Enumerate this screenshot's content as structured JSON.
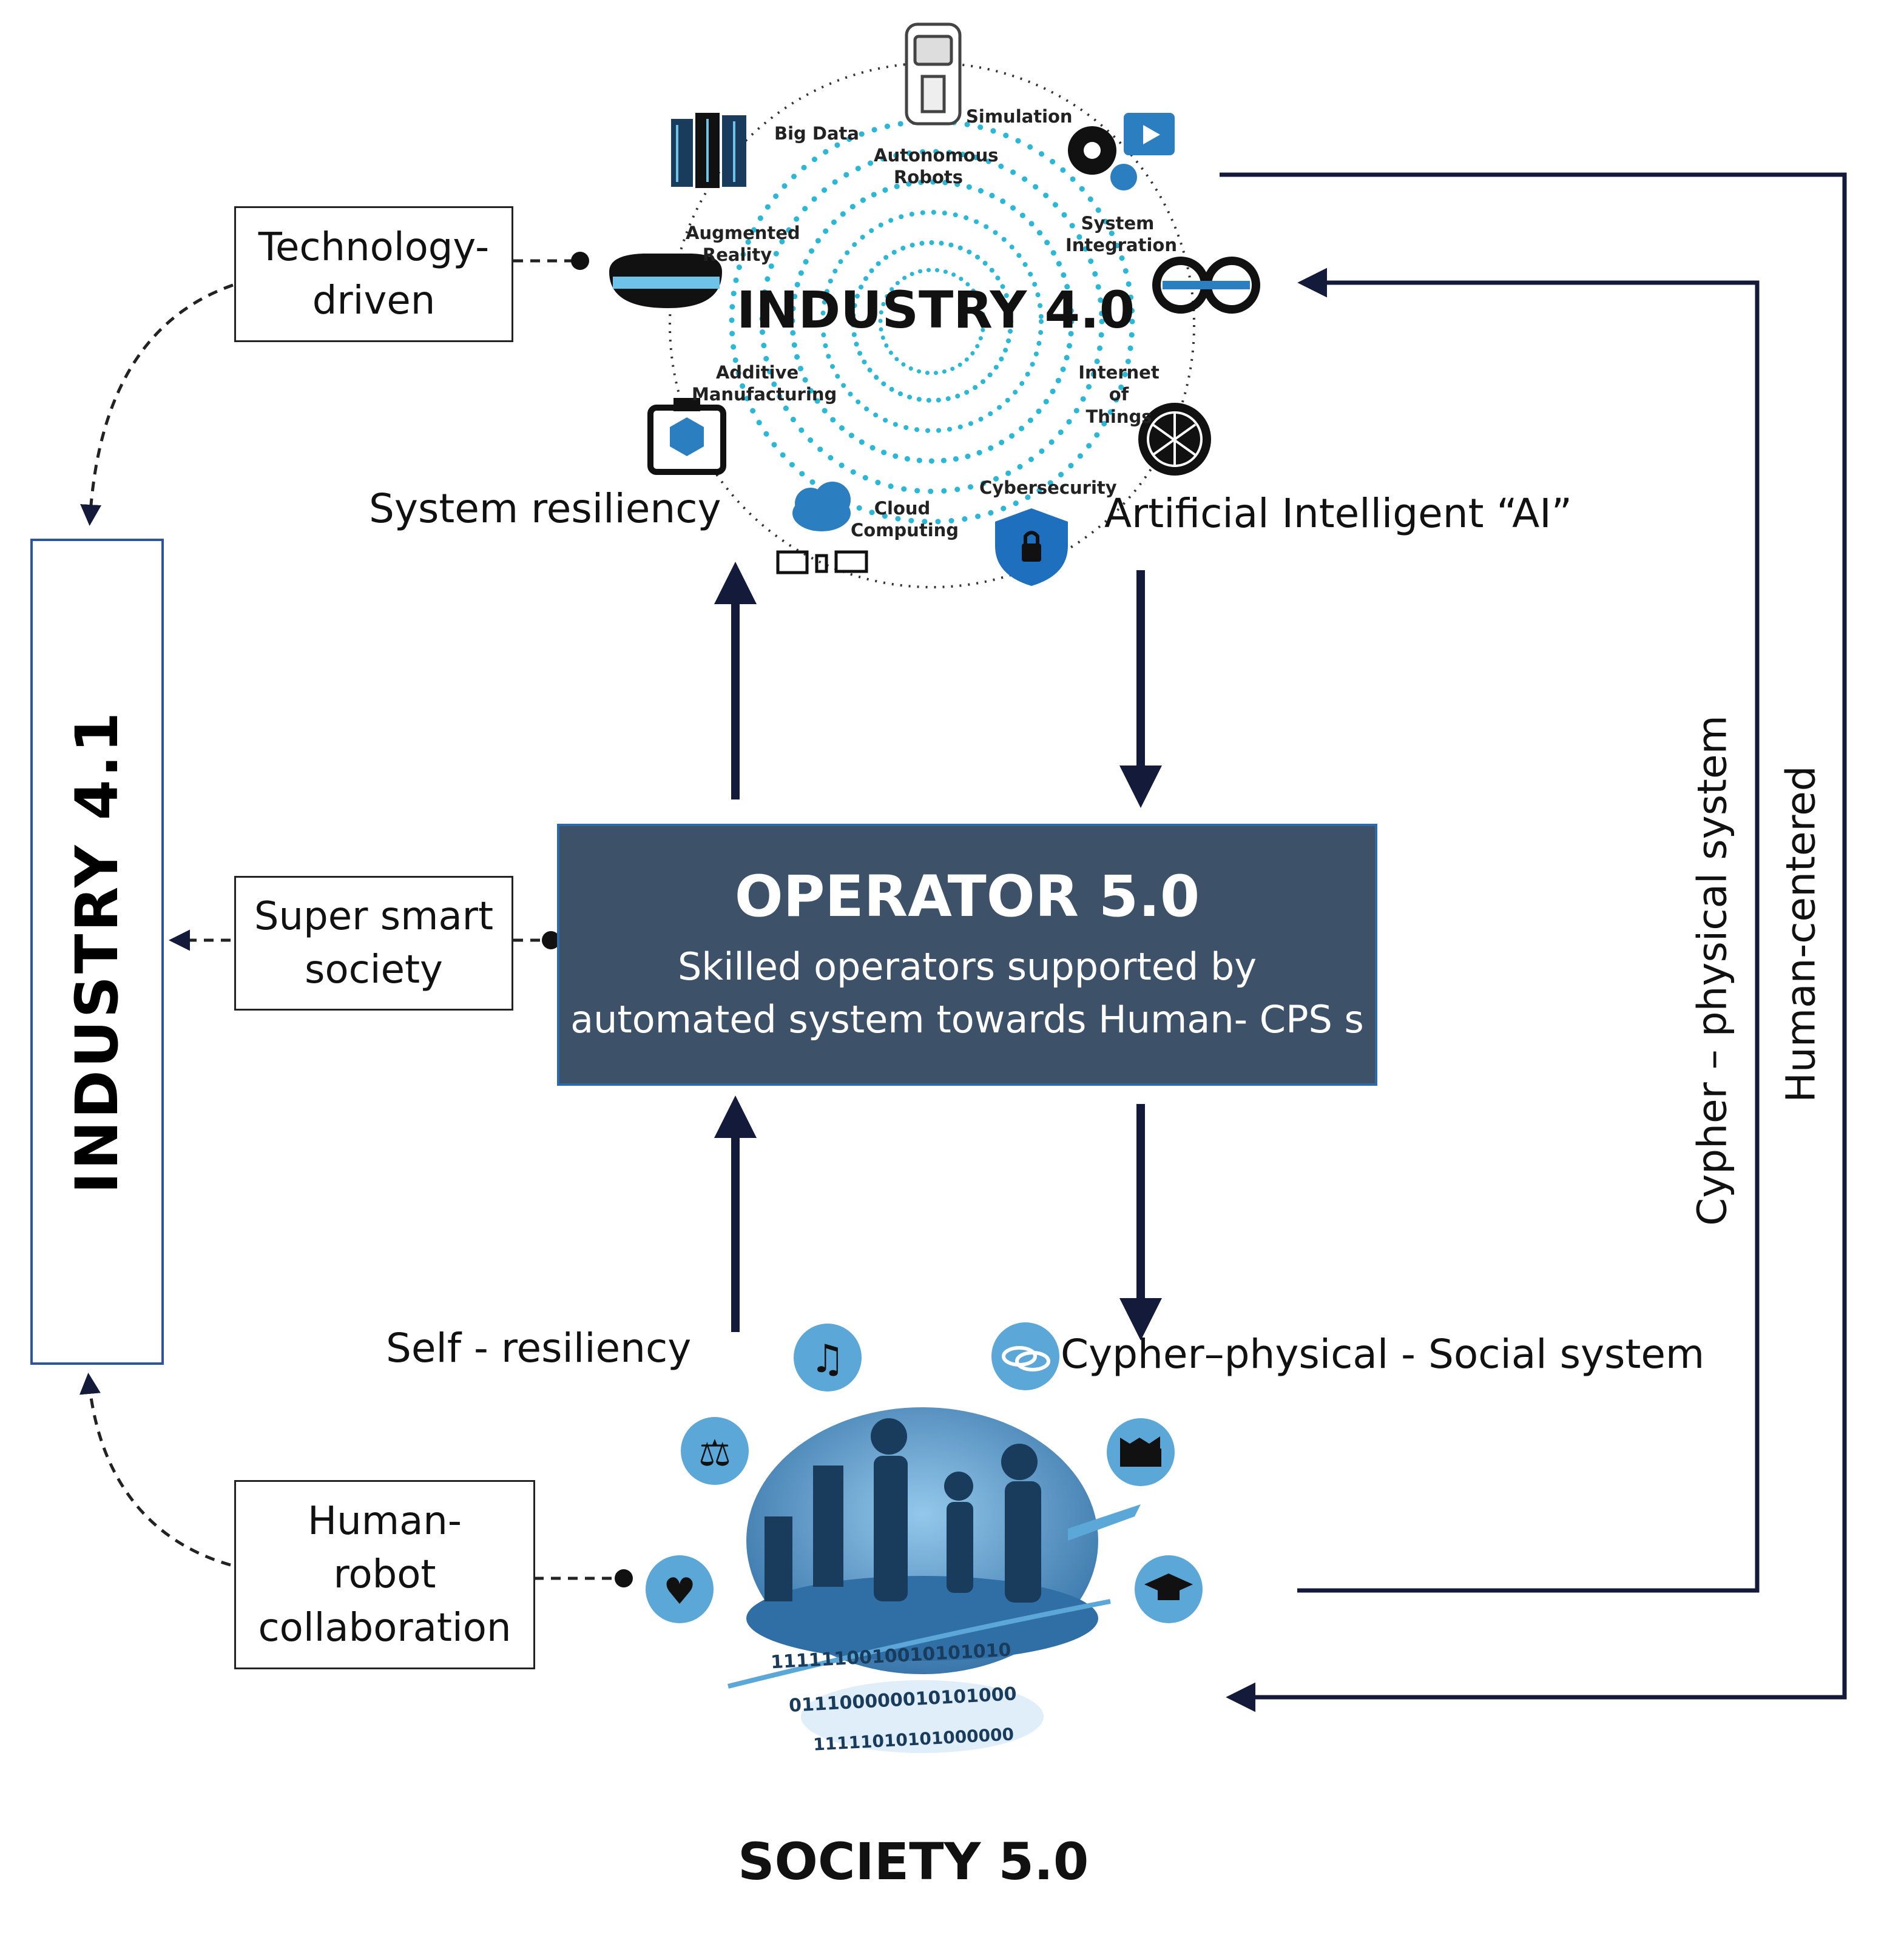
{
  "industry41": {
    "label": "INDUSTRY 4.1"
  },
  "industry40": {
    "title": "INDUSTRY 4.0",
    "technologies": {
      "simulation": "Simulation",
      "big_data": "Big Data",
      "autonomous_robots_1": "Autonomous",
      "autonomous_robots_2": "Robots",
      "augmented_reality_1": "Augmented",
      "augmented_reality_2": "Reality",
      "system_integration_1": "System",
      "system_integration_2": "Integration",
      "additive_manufacturing_1": "Additive",
      "additive_manufacturing_2": "Manufacturing",
      "internet_of_things_1": "Internet of",
      "internet_of_things_2": "Things",
      "cloud_computing_1": "Cloud",
      "cloud_computing_2": "Computing",
      "cybersecurity": "Cybersecurity"
    }
  },
  "operator": {
    "title": "OPERATOR 5.0",
    "subtitle_line1": "Skilled operators supported by",
    "subtitle_line2": "automated system towards Human- CPS s"
  },
  "society": {
    "title": "SOCIETY  5.0",
    "binary_1": "1111110010010101010",
    "binary_2": "011100000010101000",
    "binary_3": "11111010101000000"
  },
  "side_boxes": {
    "technology_driven_1": "Technology-",
    "technology_driven_2": "driven",
    "super_smart_1": "Super smart",
    "super_smart_2": "society",
    "human_robot_1": "Human-",
    "human_robot_2": "robot",
    "human_robot_3": "collaboration"
  },
  "labels": {
    "system_resiliency": "System resiliency",
    "artificial_intelligent": "Artificial Intelligent “AI”",
    "self_resiliency": "Self - resiliency",
    "cyber_physical_social": "Cypher–physical  - Social system",
    "cypher_physical_system": "Cypher – physical system",
    "human_centered": "Human-centered"
  },
  "colors": {
    "arrow": "#141a3a",
    "operator_fill": "#3d5168",
    "operator_border": "#2e6ba6",
    "industry41_border": "#2e5597",
    "cyan_dots": "#2bb7d6",
    "society_icon": "#5aa7d8"
  }
}
